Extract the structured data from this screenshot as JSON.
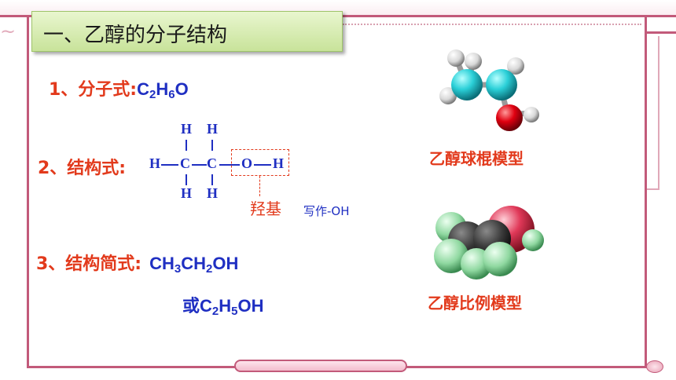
{
  "title": "一、乙醇的分子结构",
  "molecular": {
    "label": "1、分子式:",
    "formula": {
      "p1": "C",
      "s1": "2",
      "p2": "H",
      "s2": "6",
      "p3": "O"
    }
  },
  "structural": {
    "label": "2、结构式:",
    "atoms": {
      "h": "H",
      "c": "C",
      "o": "O"
    },
    "hydroxyl_label": "羟基",
    "hydroxyl_note": "写作-OH"
  },
  "condensed": {
    "label": "3、结构简式:",
    "formula1": {
      "p1": "CH",
      "s1": "3",
      "p2": "CH",
      "s2": "2",
      "p3": "OH"
    },
    "alt_prefix": "或",
    "formula2": {
      "p1": "C",
      "s1": "2",
      "p2": "H",
      "s2": "5",
      "p3": "OH"
    }
  },
  "models": {
    "ball_stick_caption": "乙醇球棍模型",
    "space_filling_caption": "乙醇比例模型"
  },
  "colors": {
    "label_red": "#e23a1c",
    "formula_blue": "#1f2fc2",
    "frame_pink": "#c25a7a",
    "banner_green": "#c8e39a"
  }
}
